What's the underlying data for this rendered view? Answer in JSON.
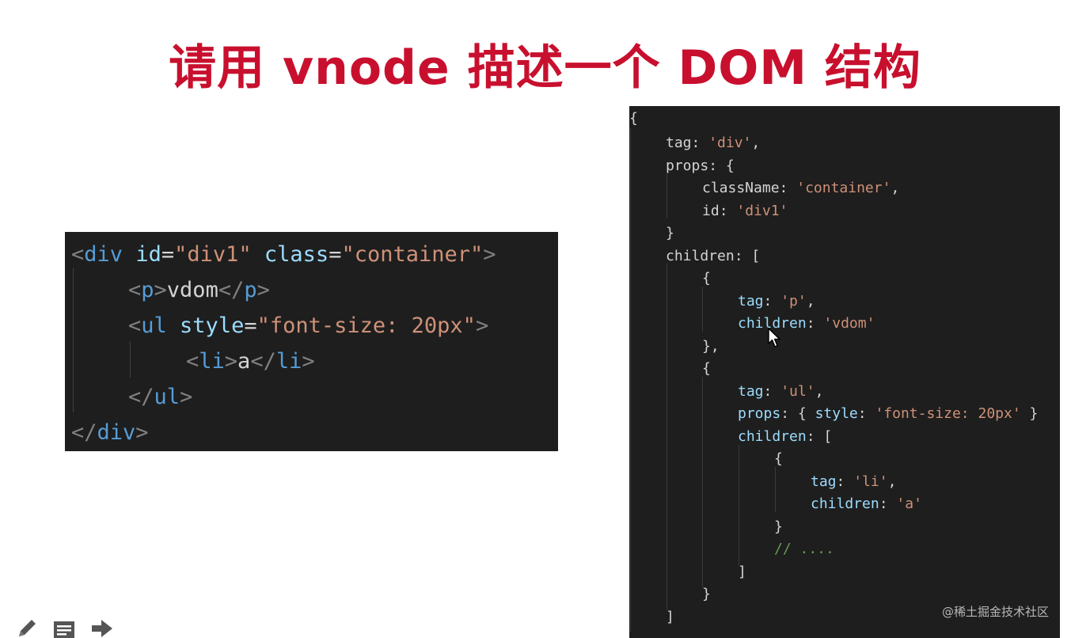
{
  "slide": {
    "title": "请用 vnode 描述一个 DOM 结构",
    "watermark": "@稀土掘金技术社区",
    "accent_color": "#c8102e"
  },
  "html_code": {
    "l1": {
      "lt1": "<",
      "tag1": "div",
      "sp1": " ",
      "attr1": "id",
      "eq1": "=",
      "str1": "\"div1\"",
      "sp2": " ",
      "attr2": "class",
      "eq2": "=",
      "str2": "\"container\"",
      "gt1": ">"
    },
    "l2": {
      "lt": "<",
      "tag": "p",
      "gt": ">",
      "text": "vdom",
      "lt2": "</",
      "tag2": "p",
      "gt2": ">"
    },
    "l3": {
      "lt": "<",
      "tag": "ul",
      "sp": " ",
      "attr": "style",
      "eq": "=",
      "str": "\"font-size: 20px\"",
      "gt": ">"
    },
    "l4": {
      "lt": "<",
      "tag": "li",
      "gt": ">",
      "text": "a",
      "lt2": "</",
      "tag2": "li",
      "gt2": ">"
    },
    "l5": {
      "lt": "</",
      "tag": "ul",
      "gt": ">"
    },
    "l6": {
      "lt": "</",
      "tag": "div",
      "gt": ">"
    }
  },
  "vnode_code": {
    "l1": "{",
    "l2": {
      "key": "tag",
      "colon": ": ",
      "str": "'div'",
      "end": ","
    },
    "l3": {
      "key": "props",
      "colon": ": ",
      "rest": "{"
    },
    "l4": {
      "key": "className",
      "colon": ": ",
      "str": "'container'",
      "end": ","
    },
    "l5": {
      "key": "id",
      "colon": ": ",
      "str": "'div1'"
    },
    "l6": "}",
    "l7": {
      "key": "children",
      "colon": ": ",
      "rest": "["
    },
    "l8": "{",
    "l9": {
      "key": "tag",
      "colon": ": ",
      "str": "'p'",
      "end": ","
    },
    "l10": {
      "key": "children",
      "colon": ": ",
      "str": "'vdom'"
    },
    "l11": "},",
    "l12": "{",
    "l13": {
      "key": "tag",
      "colon": ": ",
      "str": "'ul'",
      "end": ","
    },
    "l14": {
      "key": "props",
      "colon": ": ",
      "open": "{ ",
      "key2": "style",
      "colon2": ": ",
      "str": "'font-size: 20px'",
      "close": " }"
    },
    "l15": {
      "key": "children",
      "colon": ": ",
      "rest": "["
    },
    "l16": "{",
    "l17": {
      "key": "tag",
      "colon": ": ",
      "str": "'li'",
      "end": ","
    },
    "l18": {
      "key": "children",
      "colon": ": ",
      "str": "'a'"
    },
    "l19": "}",
    "l20": "// ....",
    "l21": "]",
    "l22": "}",
    "l23": "]"
  },
  "icons": [
    "pencil-icon",
    "notes-icon",
    "arrow-right-icon",
    "mouse-cursor-icon"
  ]
}
